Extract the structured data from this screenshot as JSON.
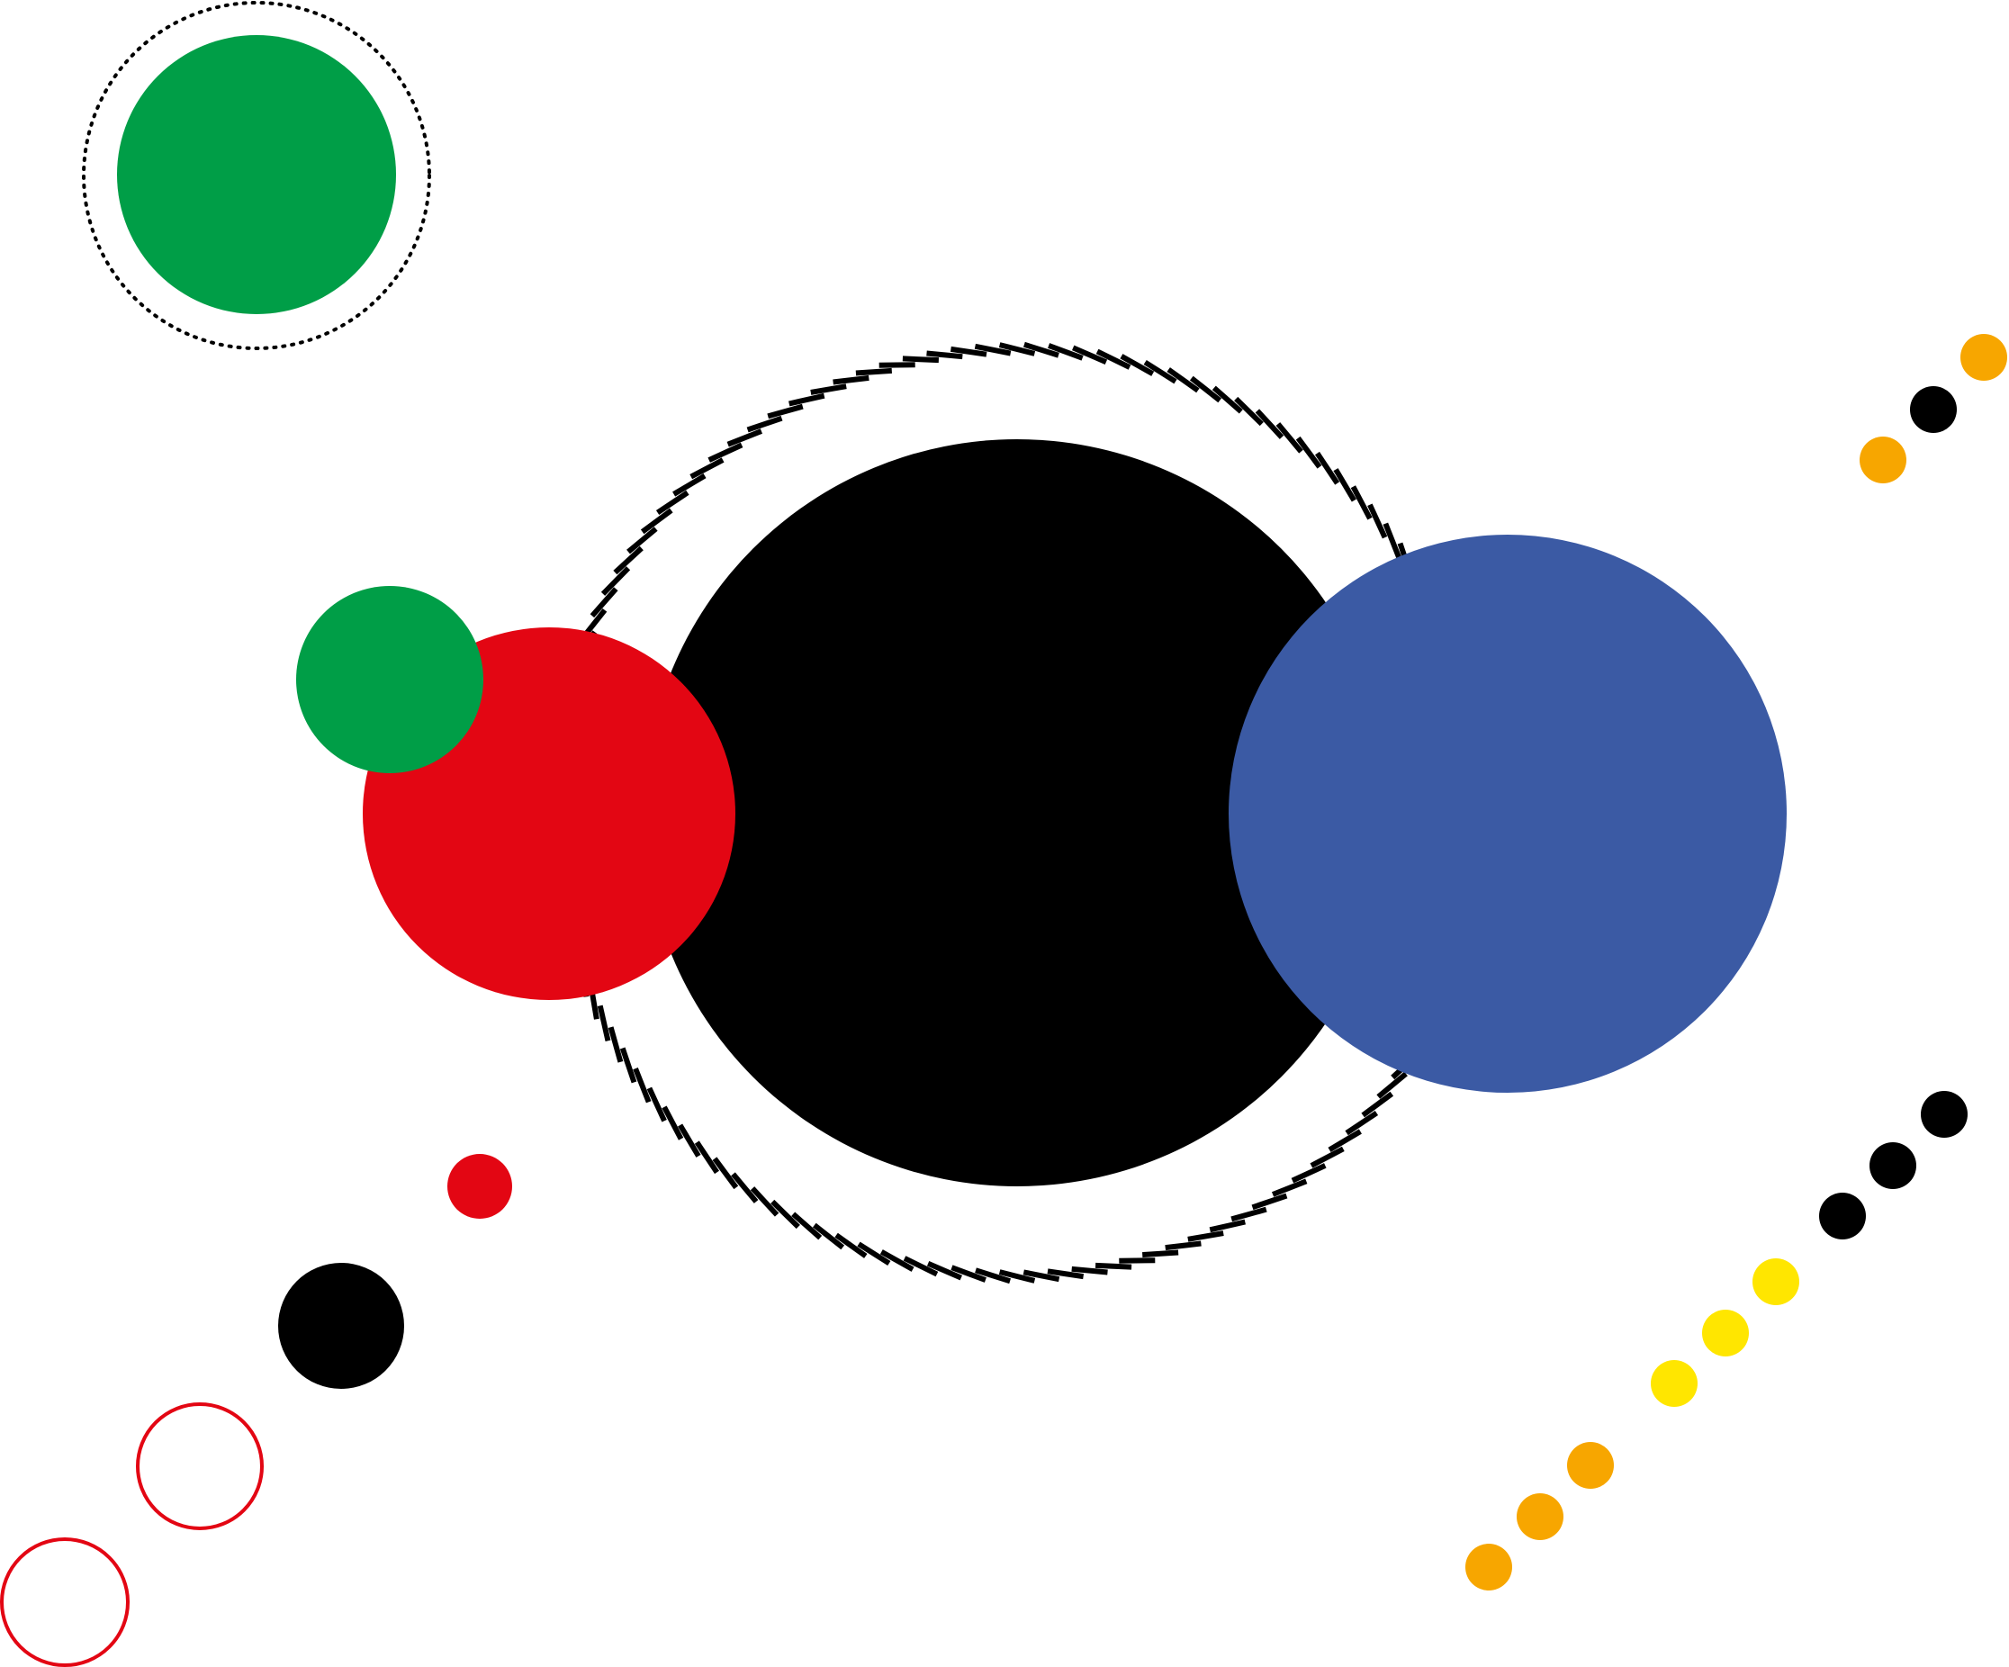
{
  "colors": {
    "background": "#ffffff",
    "green": "#009e47",
    "red": "#e30613",
    "black": "#000000",
    "blue": "#3b5aa4",
    "orange": "#f7a600",
    "yellow": "#ffe600",
    "ring_red": "#e30613",
    "dotted_ring": "#000000",
    "hatched_ring": "#000000"
  },
  "elements": [
    {
      "name": "green-circle-large",
      "color": "green"
    },
    {
      "name": "green-circle-dotted-ring",
      "color": "dotted_ring"
    },
    {
      "name": "hatched-ring",
      "color": "hatched_ring"
    },
    {
      "name": "black-circle-center",
      "color": "black"
    },
    {
      "name": "blue-circle",
      "color": "blue"
    },
    {
      "name": "red-circle",
      "color": "red"
    },
    {
      "name": "green-circle-small",
      "color": "green"
    },
    {
      "name": "red-dot-small",
      "color": "red"
    },
    {
      "name": "black-dot-medium",
      "color": "black"
    },
    {
      "name": "red-outline-circle",
      "color": "ring_red"
    },
    {
      "name": "red-outline-circle-corner",
      "color": "ring_red"
    },
    {
      "name": "orange-dot",
      "color": "orange"
    },
    {
      "name": "black-dot",
      "color": "black"
    },
    {
      "name": "yellow-dot",
      "color": "yellow"
    }
  ]
}
